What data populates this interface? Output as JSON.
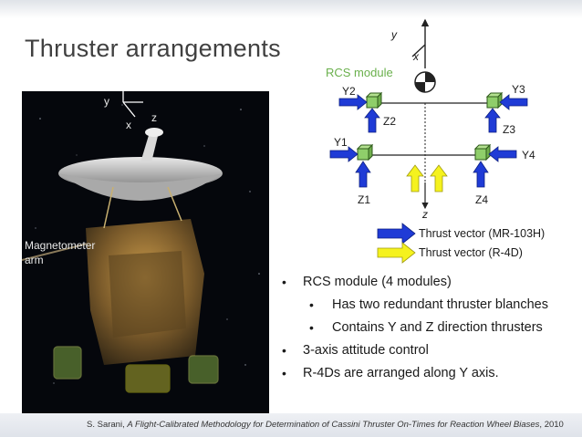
{
  "title": "Thruster arrangements",
  "photo": {
    "axis_y": "y",
    "axis_x": "x",
    "axis_z": "z",
    "magnetometer_label_line1": "Magnetometer",
    "magnetometer_label_line2": "arm"
  },
  "diagram": {
    "rcs_module_label": "RCS module",
    "axis_y": "y",
    "axis_x": "x",
    "axis_z": "z",
    "labels": {
      "Y1": "Y1",
      "Y2": "Y2",
      "Y3": "Y3",
      "Y4": "Y4",
      "Z1": "Z1",
      "Z2": "Z2",
      "Z3": "Z3",
      "Z4": "Z4"
    },
    "colors": {
      "blue_thrust": "#1f3bd6",
      "yellow_thrust": "#f5f21e",
      "module_green": "#8fce6a",
      "rcs_text": "#6ab04c"
    }
  },
  "legend": {
    "mr103h": "Thrust vector (MR-103H)",
    "r4d": "Thrust vector (R-4D)"
  },
  "bullets": [
    {
      "text": "RCS module (4 modules)",
      "level": 1
    },
    {
      "text": "Has two redundant thruster blanches",
      "level": 2
    },
    {
      "text": "Contains Y and Z direction thrusters",
      "level": 2
    },
    {
      "text": "3-axis attitude control",
      "level": 1
    },
    {
      "text": "R-4Ds are arranged along Y axis.",
      "level": 1
    }
  ],
  "footer": {
    "author": "S. Sarani, ",
    "paper_title": "A Flight-Calibrated Methodology for Determination of Cassini Thruster On-Times for Reaction Wheel Biases",
    "year": ", 2010"
  }
}
